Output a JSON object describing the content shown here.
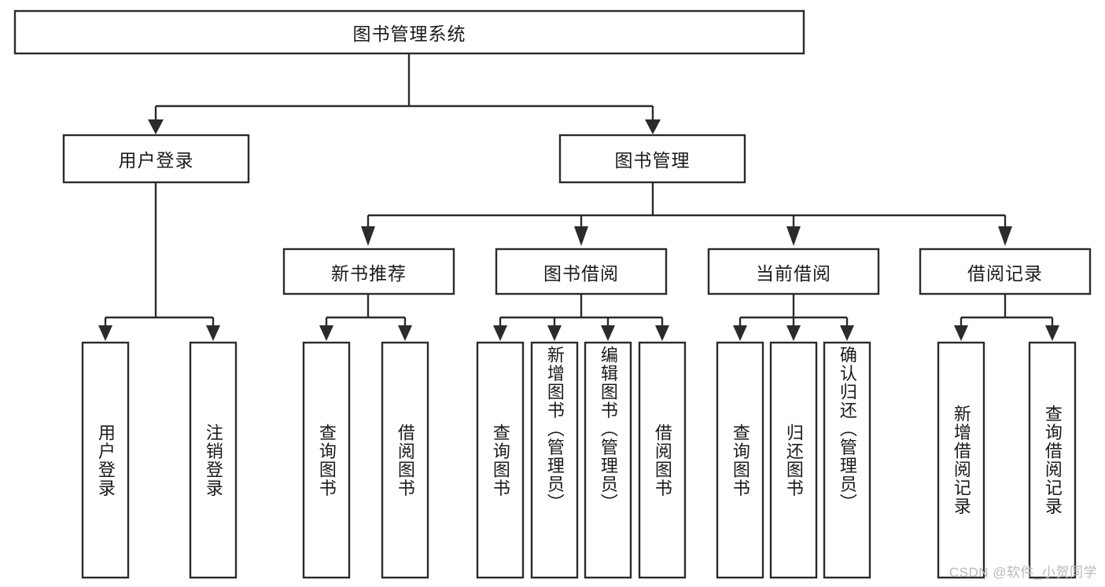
{
  "diagram": {
    "type": "hierarchy-tree",
    "title": "图书管理系统",
    "watermark": "CSDN @软件_小贺同学",
    "colors": {
      "stroke": "#2b2b2b",
      "fill": "#ffffff",
      "text": "#1a1a1a",
      "watermark": "#b9b9b9"
    },
    "levels": {
      "root": {
        "label": "图书管理系统",
        "orientation": "horizontal"
      },
      "level2": [
        {
          "label": "用户登录",
          "orientation": "horizontal"
        },
        {
          "label": "图书管理",
          "orientation": "horizontal"
        }
      ],
      "level3": [
        {
          "label": "新书推荐",
          "orientation": "horizontal"
        },
        {
          "label": "图书借阅",
          "orientation": "horizontal"
        },
        {
          "label": "当前借阅",
          "orientation": "horizontal"
        },
        {
          "label": "借阅记录",
          "orientation": "horizontal"
        }
      ],
      "leaves": [
        {
          "label": "用户登录",
          "orientation": "vertical",
          "parent": "用户登录"
        },
        {
          "label": "注销登录",
          "orientation": "vertical",
          "parent": "用户登录"
        },
        {
          "label": "查询图书",
          "orientation": "vertical",
          "parent": "新书推荐"
        },
        {
          "label": "借阅图书",
          "orientation": "vertical",
          "parent": "新书推荐"
        },
        {
          "label": "查询图书",
          "orientation": "vertical",
          "parent": "图书借阅"
        },
        {
          "label": "新增图书（管理员）",
          "orientation": "vertical",
          "parent": "图书借阅"
        },
        {
          "label": "编辑图书（管理员）",
          "orientation": "vertical",
          "parent": "图书借阅"
        },
        {
          "label": "借阅图书",
          "orientation": "vertical",
          "parent": "图书借阅"
        },
        {
          "label": "查询图书",
          "orientation": "vertical",
          "parent": "当前借阅"
        },
        {
          "label": "归还图书",
          "orientation": "vertical",
          "parent": "当前借阅"
        },
        {
          "label": "确认归还（管理员）",
          "orientation": "vertical",
          "parent": "当前借阅"
        },
        {
          "label": "新增借阅记录",
          "orientation": "vertical",
          "parent": "借阅记录"
        },
        {
          "label": "查询借阅记录",
          "orientation": "vertical",
          "parent": "借阅记录"
        }
      ]
    }
  }
}
